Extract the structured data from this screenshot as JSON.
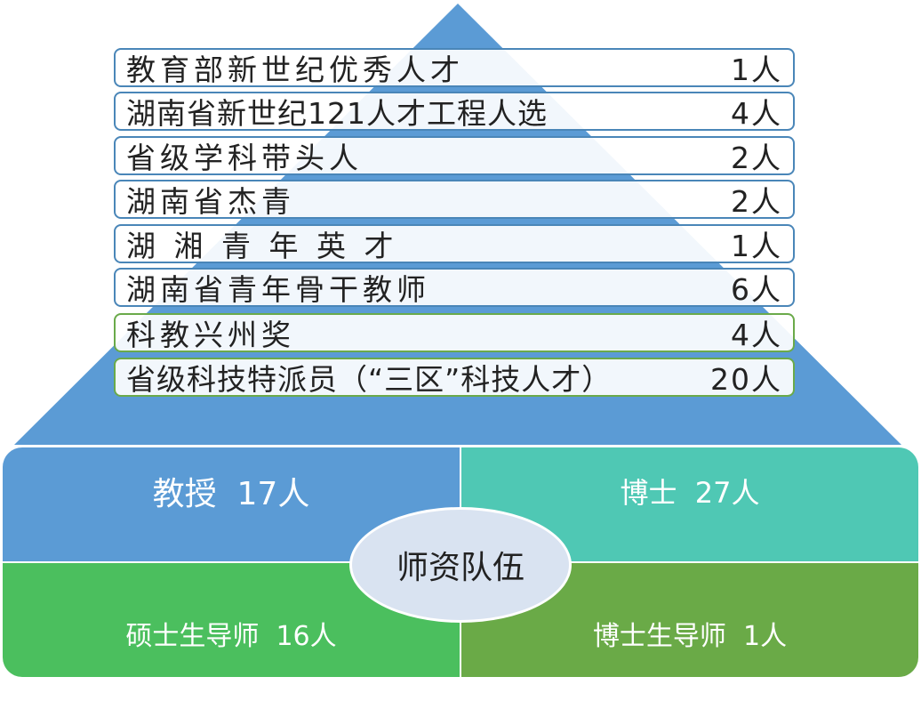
{
  "pyramid": {
    "tiers": [
      {
        "label": "教育部新世纪优秀人才",
        "count": "1人"
      },
      {
        "label": "湖南省新世纪121人才工程人选",
        "count": "4人"
      },
      {
        "label": "省级学科带头人",
        "count": "2人"
      },
      {
        "label": "湖南省杰青",
        "count": "2人"
      },
      {
        "label": "湖 湘 青 年 英 才",
        "count": "1人"
      },
      {
        "label": "湖南省青年骨干教师",
        "count": "6人"
      },
      {
        "label": "科教兴州奖",
        "count": "4人"
      },
      {
        "label": "省级科技特派员（“三区”科技人才）",
        "count": "20人"
      }
    ],
    "color": "#5b9bd5"
  },
  "quadrants": {
    "top_left": "教授  17人",
    "top_right": "博士  27人",
    "bottom_left": "硕士生导师  16人",
    "bottom_right": "博士生导师  1人"
  },
  "center_label": "师资队伍"
}
